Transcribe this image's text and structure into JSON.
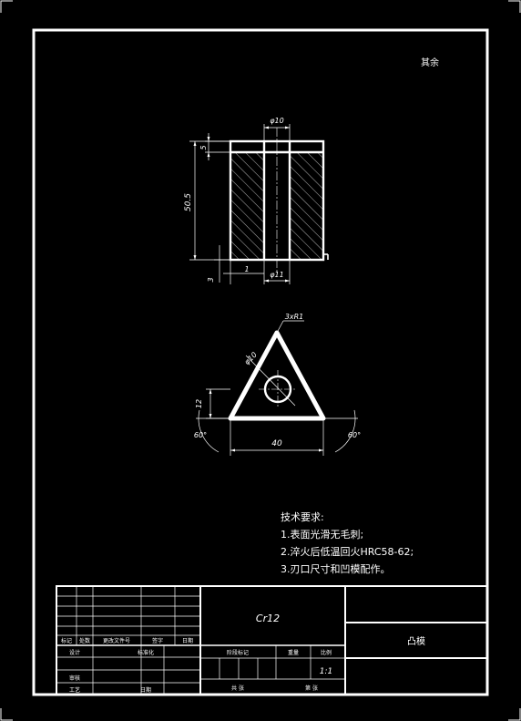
{
  "sheet": {
    "corner_note": "其余",
    "material": "Cr12",
    "part_name": "凸模",
    "scale": "1:1"
  },
  "dimensions": {
    "top_bore": "φ10",
    "top_step": "5",
    "height": "50.5",
    "bottom_left": "3",
    "bottom_gap": "1",
    "bottom_bore": "φ11",
    "tip_radius": "3xR1",
    "circle_dia": "φ10",
    "offset": "12",
    "width": "40",
    "angle_left": "60°",
    "angle_right": "60°"
  },
  "tech_requirements": {
    "title": "技术要求:",
    "items": [
      "1.表面光滑无毛刺;",
      "2.淬火后低温回火HRC58-62;",
      "3.刃口尺寸和凹模配作。"
    ]
  },
  "title_block": {
    "rev_headers": [
      "标记",
      "处数",
      "更改文件号",
      "签字",
      "日期"
    ],
    "role_design": "设计",
    "role_standard": "标准化",
    "role_check": "审核",
    "role_process": "工艺",
    "date_label": "日期",
    "stage_label": "阶段标记",
    "weight_label": "重量",
    "scale_label": "比例",
    "sheets_total": "共 张",
    "sheet_num": "第 张"
  }
}
